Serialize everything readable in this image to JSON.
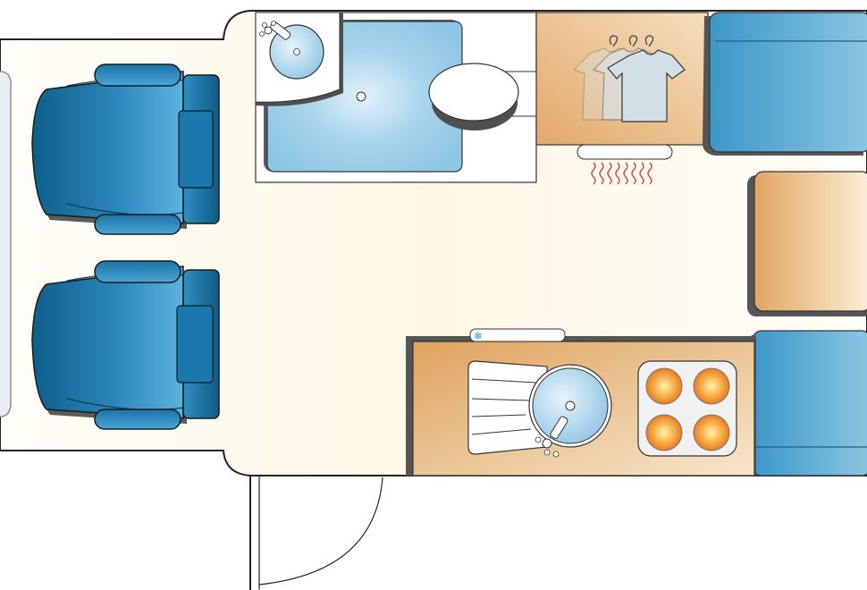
{
  "plan": {
    "fridge_symbol": "❄",
    "heater_waves": 8,
    "stove_burners": 4,
    "wardrobe_shirts": 3
  },
  "colors": {
    "floor": "#fffdf6",
    "floor_warm": "#fff4e0",
    "outline": "#222222",
    "shadow": "#6b6b6b",
    "seat_dark": "#0e5f8a",
    "seat_light": "#3d9fd0",
    "water": "#9ccde8",
    "wood_dark": "#e0a867",
    "wood_light": "#f6e3c6",
    "cushion": "#4ea4cf",
    "burner": "#f29a3a",
    "heater": "#d9382c"
  },
  "icons": [
    "armchair-icon",
    "washbasin-icon",
    "toilet-icon",
    "shower-icon",
    "tshirt-icon",
    "hanger-icon",
    "heater-icon",
    "snowflake-icon",
    "sink-icon",
    "tap-icon",
    "burner-icon"
  ]
}
